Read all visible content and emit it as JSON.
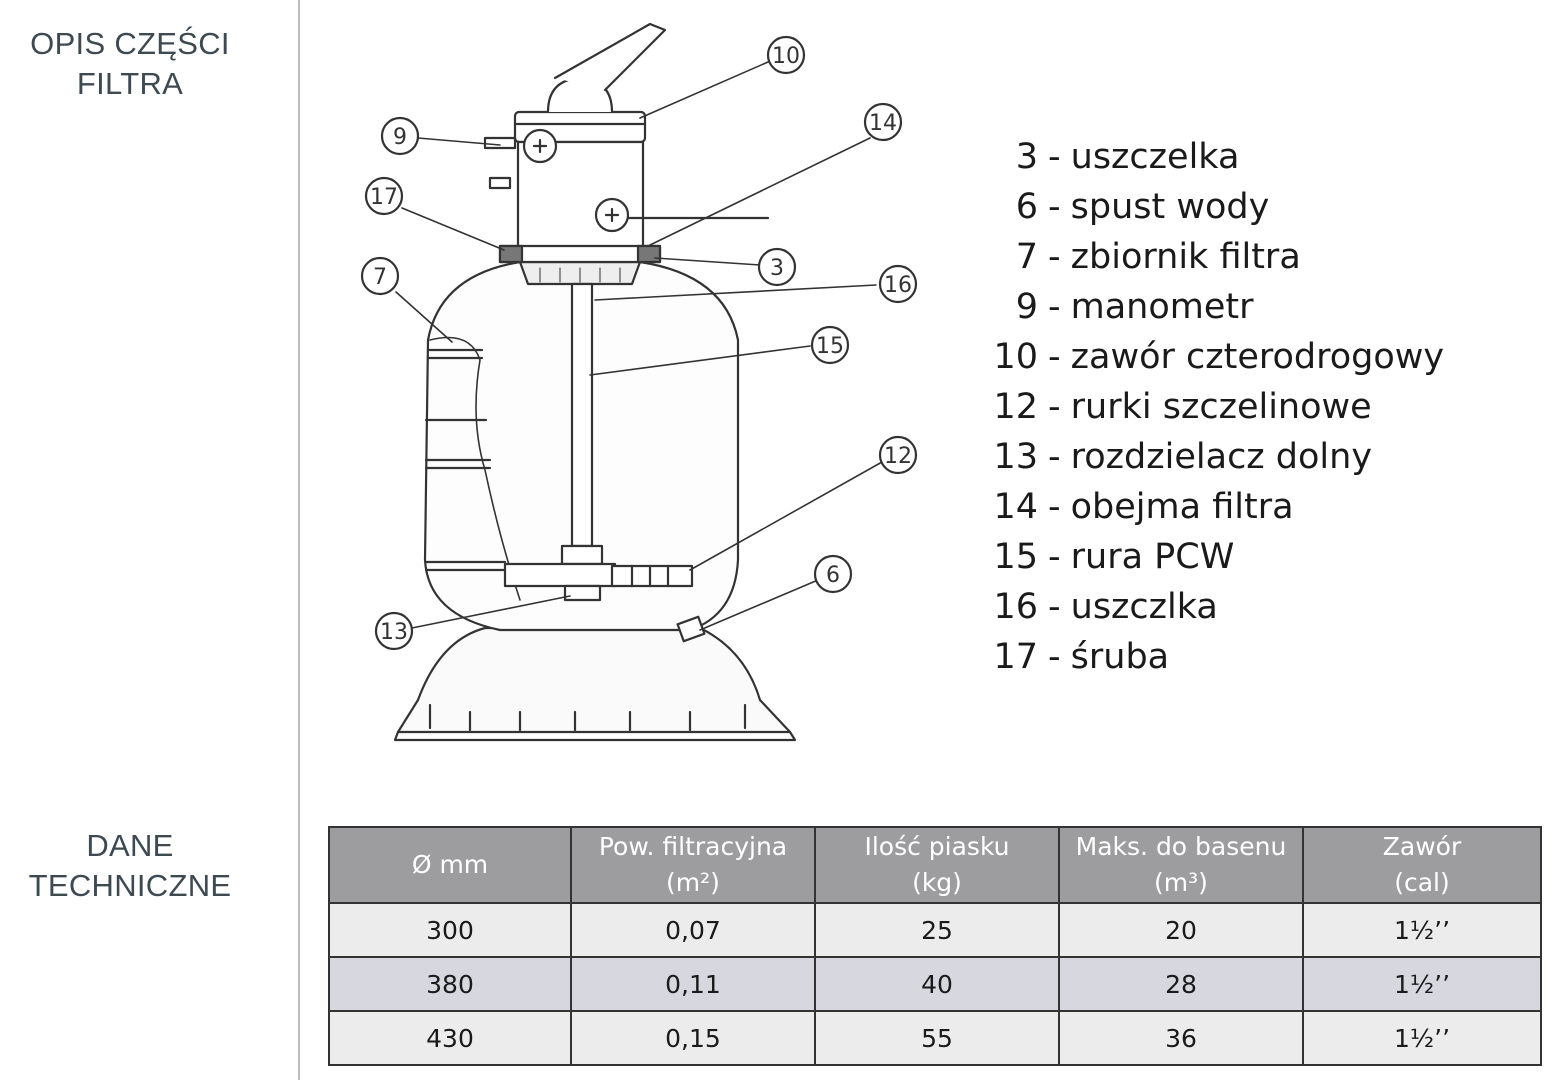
{
  "sections": {
    "parts_title": [
      "OPIS CZĘŚCI",
      "FILTRA"
    ],
    "tech_title": [
      "DANE",
      "TECHNICZNE"
    ]
  },
  "callouts": [
    "10",
    "9",
    "14",
    "17",
    "3",
    "7",
    "16",
    "15",
    "12",
    "6",
    "13"
  ],
  "legend": [
    {
      "num": "3",
      "sep": "-",
      "label": "uszczelka"
    },
    {
      "num": "6",
      "sep": "-",
      "label": "spust wody"
    },
    {
      "num": "7",
      "sep": "-",
      "label": "zbiornik filtra"
    },
    {
      "num": "9",
      "sep": "-",
      "label": "manometr"
    },
    {
      "num": "10",
      "sep": "-",
      "label": "zawór czterodrogowy"
    },
    {
      "num": "12",
      "sep": "-",
      "label": "rurki szczelinowe"
    },
    {
      "num": "13",
      "sep": "-",
      "label": "rozdzielacz dolny"
    },
    {
      "num": "14",
      "sep": "-",
      "label": "obejma filtra"
    },
    {
      "num": "15",
      "sep": "-",
      "label": "rura PCW"
    },
    {
      "num": "16",
      "sep": "-",
      "label": "uszczlka"
    },
    {
      "num": "17",
      "sep": "-",
      "label": "śruba"
    }
  ],
  "table": {
    "headers": [
      [
        "Ø mm"
      ],
      [
        "Pow. filtracyjna",
        "(m²)"
      ],
      [
        "Ilość piasku",
        "(kg)"
      ],
      [
        "Maks. do basenu",
        "(m³)"
      ],
      [
        "Zawór",
        "(cal)"
      ]
    ],
    "rows": [
      [
        "300",
        "0,07",
        "25",
        "20",
        "1½’’"
      ],
      [
        "380",
        "0,11",
        "40",
        "28",
        "1½’’"
      ],
      [
        "430",
        "0,15",
        "55",
        "36",
        "1½’’"
      ]
    ]
  }
}
